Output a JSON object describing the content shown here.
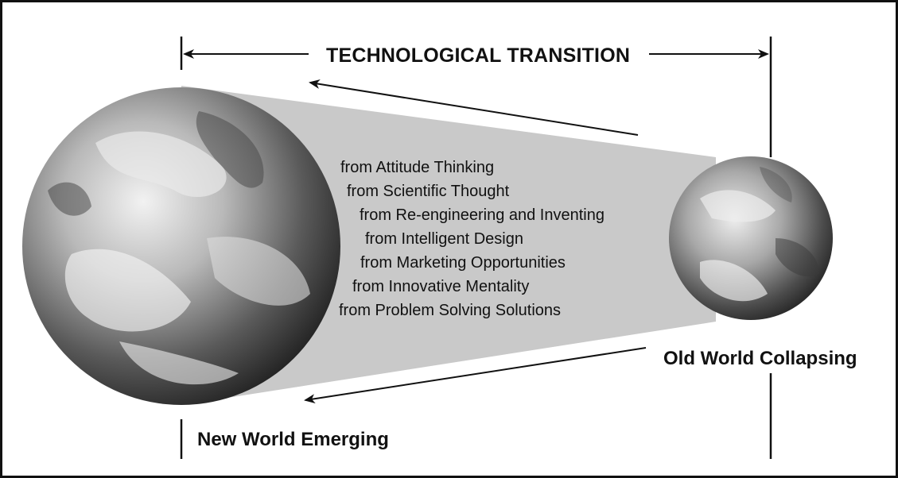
{
  "title": "TECHNOLOGICAL TRANSITION",
  "old_world_label": "Old World Collapsing",
  "new_world_label": "New World Emerging",
  "transition_items": [
    "from Attitude Thinking",
    "from Scientific Thought",
    "from Re-engineering and Inventing",
    "from Intelligent Design",
    "from Marketing Opportunities",
    "from Innovative Mentality",
    "from Problem Solving Solutions"
  ],
  "colors": {
    "cone_fill": "#c9c9c9",
    "line": "#111111",
    "background": "#ffffff"
  },
  "icons": {
    "large_globe": "earth-globe-icon",
    "small_globe": "earth-globe-icon"
  }
}
